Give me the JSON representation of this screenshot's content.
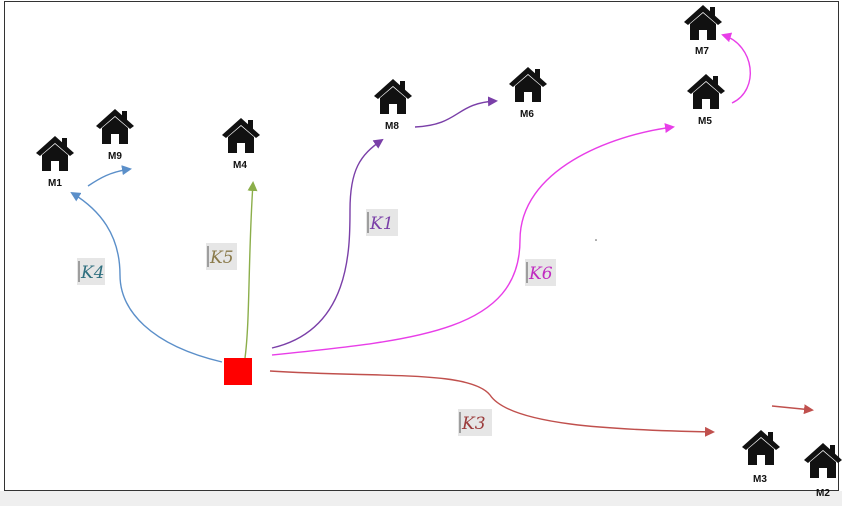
{
  "houses": [
    {
      "id": "M1",
      "label": "M1"
    },
    {
      "id": "M9",
      "label": "M9"
    },
    {
      "id": "M4",
      "label": "M4"
    },
    {
      "id": "M8",
      "label": "M8"
    },
    {
      "id": "M6",
      "label": "M6"
    },
    {
      "id": "M7",
      "label": "M7"
    },
    {
      "id": "M5",
      "label": "M5"
    },
    {
      "id": "M3",
      "label": "M3"
    },
    {
      "id": "M2",
      "label": "M2"
    }
  ],
  "routes": [
    {
      "id": "K1",
      "label": "K1",
      "color": "#7a3fa8"
    },
    {
      "id": "K3",
      "label": "K3",
      "color": "#c0504d"
    },
    {
      "id": "K4",
      "label": "K4",
      "color": "#5b8fc9"
    },
    {
      "id": "K5",
      "label": "K5",
      "color": "#8bae4a"
    },
    {
      "id": "K6",
      "label": "K6",
      "color": "#e83ee8"
    }
  ],
  "depot": {
    "color": "#ff0000"
  },
  "colors": {
    "house": "#111111",
    "label_bg": "#e6e6e6"
  }
}
